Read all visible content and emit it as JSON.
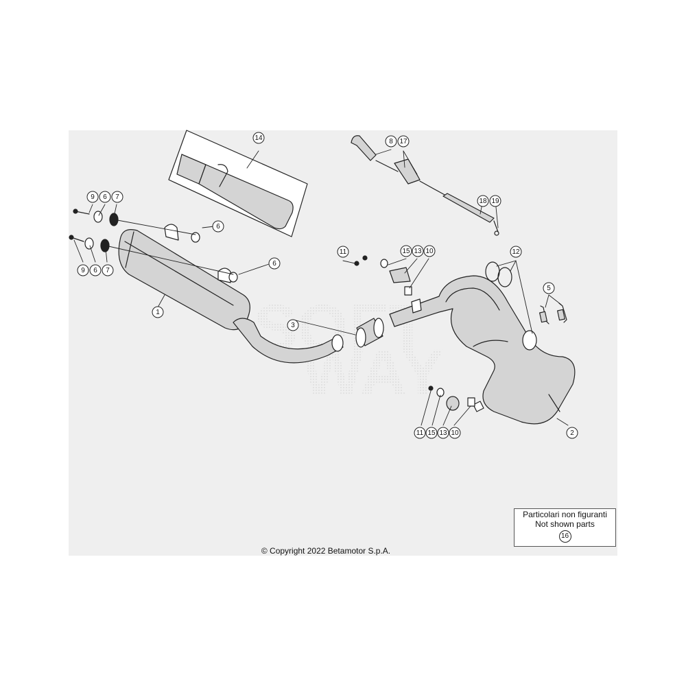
{
  "callouts": {
    "c1": "1",
    "c2": "2",
    "c3": "3",
    "c5": "5",
    "c6a": "6",
    "c6b": "6",
    "c6c": "6",
    "c6d": "6",
    "c7a": "7",
    "c7b": "7",
    "c8": "8",
    "c9a": "9",
    "c9b": "9",
    "c10a": "10",
    "c10b": "10",
    "c11a": "11",
    "c11b": "11",
    "c12": "12",
    "c13a": "13",
    "c13b": "13",
    "c14": "14",
    "c15a": "15",
    "c15b": "15",
    "c17": "17",
    "c18": "18",
    "c19": "19"
  },
  "legend": {
    "line1": "Particolari non figuranti",
    "line2": "Not shown parts",
    "number": "16"
  },
  "copyright": "© Copyright 2022 Betamotor S.p.A.",
  "colors": {
    "background": "#efefef",
    "line": "#222222",
    "part_fill": "#d4d4d4"
  }
}
